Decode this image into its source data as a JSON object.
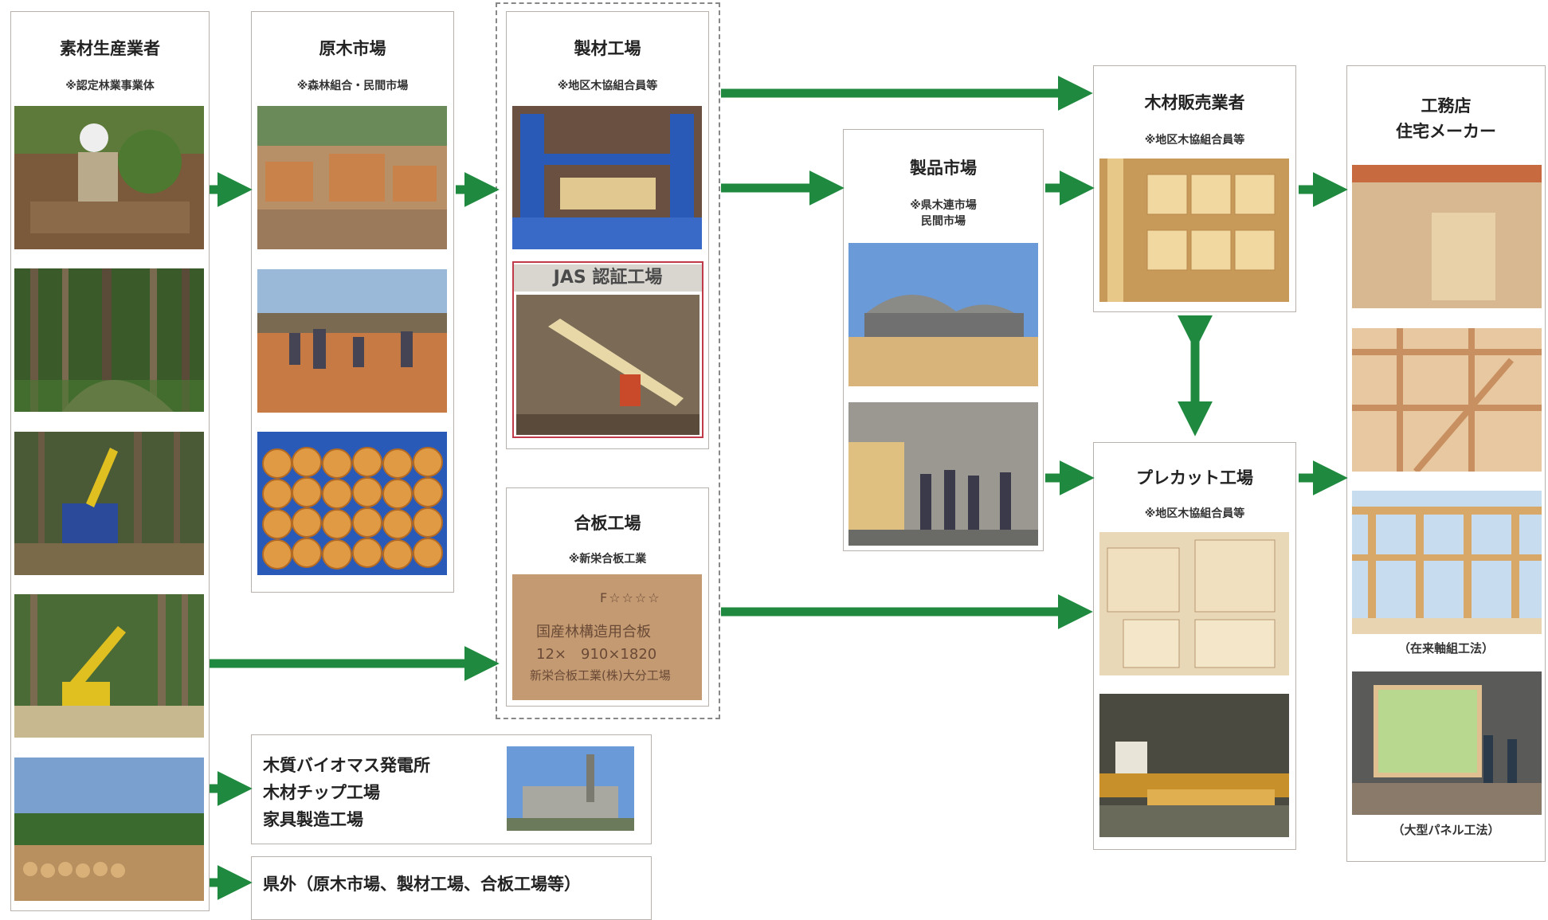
{
  "colors": {
    "arrow": "#1f8a3f",
    "border": "#b9b2ac",
    "jas_border": "#c03a4a"
  },
  "nodes": {
    "producer": {
      "title": "素材生産業者",
      "note": "※認定林業事業体"
    },
    "log_market": {
      "title": "原木市場",
      "note": "※森林組合・民間市場"
    },
    "sawmill": {
      "title": "製材工場",
      "note": "※地区木協組合員等",
      "jas_label": "JAS 認証工場"
    },
    "plywood": {
      "title": "合板工場",
      "note": "※新栄合板工業",
      "stamp": {
        "line1": "国産林構造用合板",
        "line2": "12×　910×1820",
        "line3": "新栄合板工業(株)大分工場",
        "grade": "F☆☆☆☆"
      }
    },
    "product_market": {
      "title": "製品市場",
      "note_line1": "※県木連市場",
      "note_line2": "民間市場"
    },
    "lumber_dealer": {
      "title": "木材販売業者",
      "note": "※地区木協組合員等"
    },
    "precut": {
      "title": "プレカット工場",
      "note": "※地区木協組合員等"
    },
    "builder": {
      "title_line1": "工務店",
      "title_line2": "住宅メーカー",
      "caption1": "（在来軸組工法）",
      "caption2": "（大型パネル工法）"
    },
    "biomass": {
      "line1": "木質バイオマス発電所",
      "line2": "木材チップ工場",
      "line3": "家具製造工場"
    },
    "outside": {
      "text": "県外（原木市場、製材工場、合板工場等）"
    }
  },
  "icons": [
    "arrow-right-icon",
    "double-arrow-vertical-icon"
  ]
}
